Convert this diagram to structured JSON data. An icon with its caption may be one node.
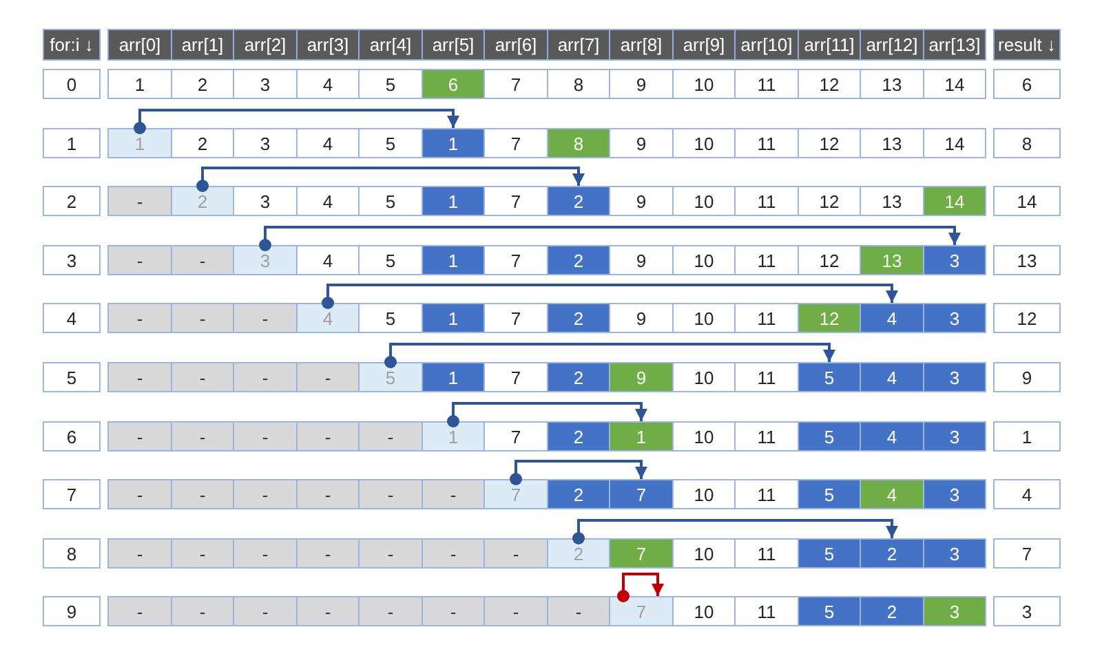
{
  "diagram": {
    "nodes": [
      {
        "text": [
          "1"
        ]
      },
      {
        "text": [
          "1"
        ]
      },
      {
        "text": [
          "2"
        ]
      },
      {
        "text": [
          "2"
        ]
      },
      {
        "text": [
          "3"
        ]
      },
      {
        "text": [
          "3"
        ]
      },
      {
        "text": [
          "4"
        ]
      },
      {
        "text": [
          "4"
        ]
      },
      {
        "text": [
          "5"
        ]
      },
      {
        "text": [
          "5"
        ]
      },
      {
        "text": [
          "1"
        ]
      },
      {
        "text": [
          "1"
        ]
      },
      {
        "text": [
          "7"
        ]
      },
      {
        "text": [
          "7"
        ]
      },
      {
        "text": [
          "2"
        ]
      },
      {
        "text": [
          "2"
        ]
      },
      {
        "text": [
          "7"
        ]
      }
    ],
    "edges": [
      {
        "from": 0,
        "to": 1,
        "arrow": "to"
      },
      {
        "from": 2,
        "to": 3,
        "arrow": "to"
      },
      {
        "from": 4,
        "to": 5,
        "arrow": "to"
      },
      {
        "from": 6,
        "to": 7,
        "arrow": "to"
      },
      {
        "from": 8,
        "to": 9,
        "arrow": "to"
      },
      {
        "from": 10,
        "to": 11,
        "arrow": "to"
      },
      {
        "from": 12,
        "to": 13,
        "arrow": "to"
      },
      {
        "from": 14,
        "to": 15,
        "arrow": "to"
      },
      {
        "from": 16,
        "to": 16,
        "arrow": "to",
        "color": "#c00000"
      }
    ],
    "labels": [
      "for:i ↓",
      "arr[0]",
      "arr[1]",
      "arr[2]",
      "arr[3]",
      "arr[4]",
      "arr[5]",
      "arr[6]",
      "arr[7]",
      "arr[8]",
      "arr[9]",
      "arr[10]",
      "arr[11]",
      "arr[12]",
      "arr[13]",
      "result ↓",
      "0",
      "1",
      "2",
      "3",
      "4",
      "5",
      "6",
      "7",
      "8",
      "9",
      "10",
      "11",
      "12",
      "13",
      "14",
      "6",
      "1",
      "2",
      "3",
      "4",
      "5",
      "7",
      "8",
      "9",
      "10",
      "11",
      "12",
      "13",
      "14",
      "8",
      "2",
      "-",
      "3",
      "4",
      "5",
      "1",
      "7",
      "9",
      "10",
      "11",
      "12",
      "13",
      "14",
      "14",
      "3",
      "-",
      "-",
      "4",
      "5",
      "1",
      "7",
      "2",
      "9",
      "10",
      "11",
      "12",
      "13",
      "13",
      "4",
      "-",
      "-",
      "-",
      "5",
      "1",
      "7",
      "2",
      "9",
      "10",
      "11",
      "12",
      "3",
      "12",
      "5",
      "-",
      "-",
      "-",
      "-",
      "1",
      "7",
      "2",
      "9",
      "10",
      "11",
      "4",
      "3",
      "9",
      "6",
      "-",
      "-",
      "-",
      "-",
      "-",
      "7",
      "2",
      "10",
      "11",
      "5",
      "4",
      "3",
      "1",
      "7",
      "-",
      "-",
      "-",
      "-",
      "-",
      "-",
      "2",
      "10",
      "11",
      "5",
      "4",
      "3",
      "4",
      "8",
      "-",
      "-",
      "-",
      "-",
      "-",
      "-",
      "-",
      "7",
      "10",
      "11",
      "5",
      "3",
      "7",
      "9",
      "-",
      "-",
      "-",
      "-",
      "-",
      "-",
      "-",
      "-",
      "10",
      "11",
      "5",
      "2",
      "3",
      "3"
    ]
  }
}
